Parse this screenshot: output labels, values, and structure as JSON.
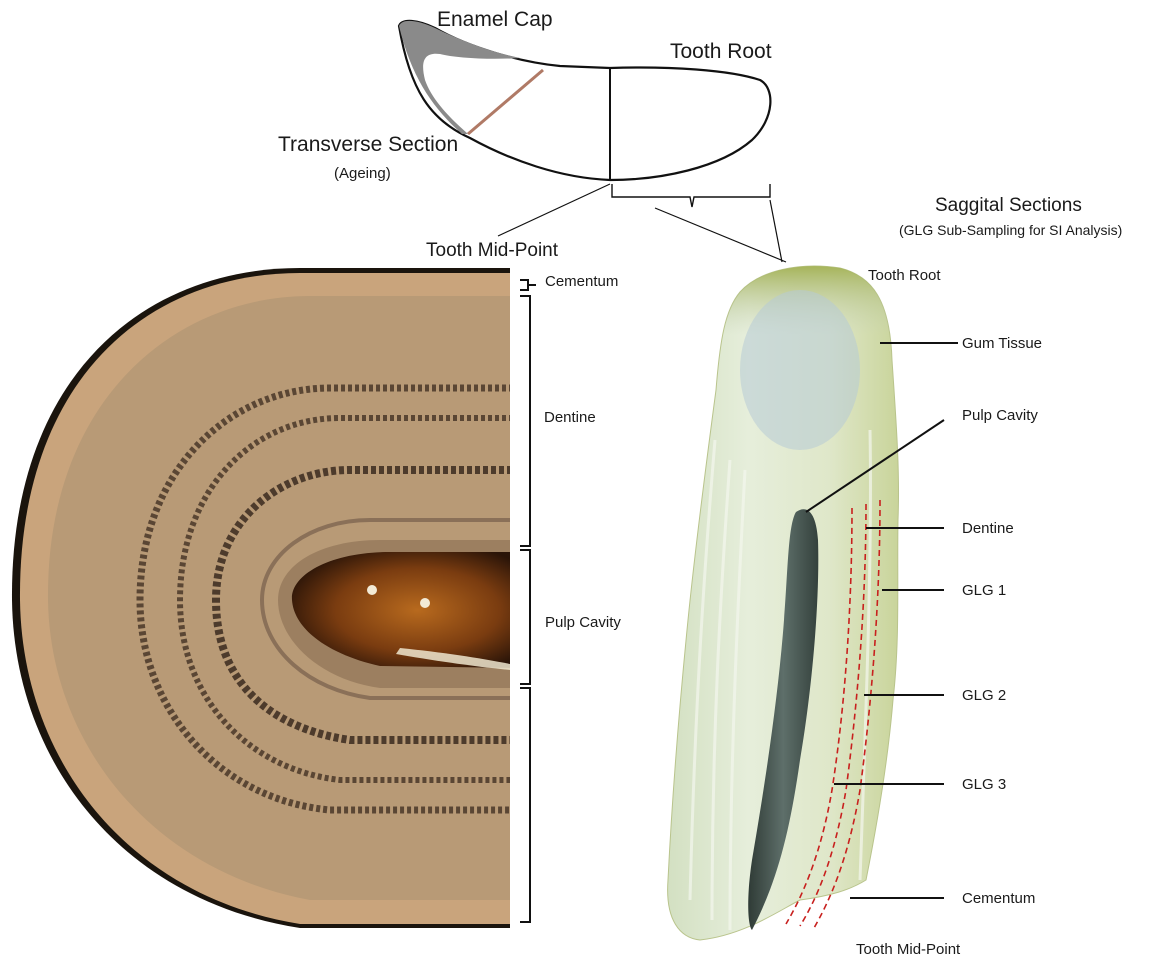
{
  "schematic": {
    "enamel_cap": "Enamel Cap",
    "tooth_root": "Tooth Root",
    "transverse_section": "Transverse Section",
    "transverse_note": "(Ageing)",
    "tooth_mid_point": "Tooth Mid-Point",
    "saggital_sections": "Saggital Sections",
    "saggital_note": "(GLG Sub-Sampling for SI Analysis)"
  },
  "transverse_labels": {
    "cementum": "Cementum",
    "dentine": "Dentine",
    "pulp_cavity": "Pulp Cavity"
  },
  "saggital_labels": {
    "tooth_root": "Tooth Root",
    "gum_tissue": "Gum Tissue",
    "pulp_cavity": "Pulp Cavity",
    "dentine": "Dentine",
    "glg1": "GLG 1",
    "glg2": "GLG 2",
    "glg3": "GLG 3",
    "cementum": "Cementum",
    "tooth_mid_point": "Tooth Mid-Point"
  },
  "colors": {
    "glg_lines": "#c8201e",
    "transverse_line": "#b07a66",
    "enamel": "#8a8a8a"
  }
}
